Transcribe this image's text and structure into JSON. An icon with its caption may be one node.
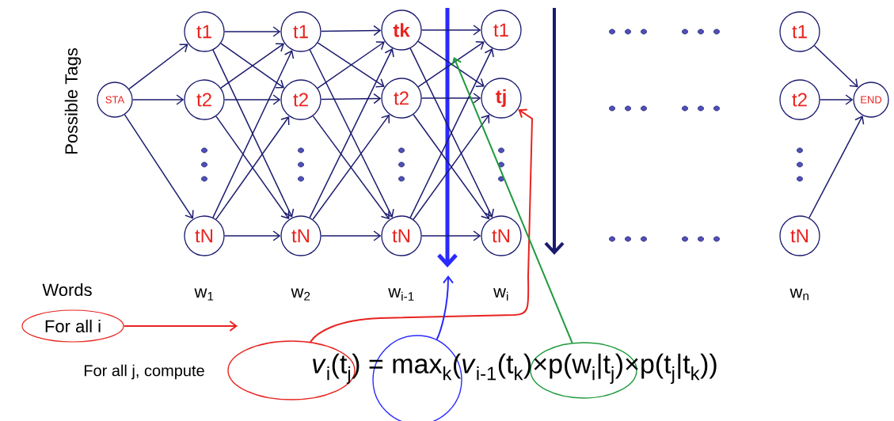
{
  "diagram": {
    "nodes": [
      {
        "text": [
          "STA"
        ]
      },
      {
        "text": [
          "t1"
        ]
      },
      {
        "text": [
          "t2"
        ]
      },
      {
        "text": [
          "tN"
        ]
      },
      {
        "text": [
          "t1"
        ]
      },
      {
        "text": [
          "t2"
        ]
      },
      {
        "text": [
          "tN"
        ]
      },
      {
        "text": [
          "tk"
        ]
      },
      {
        "text": [
          "t2"
        ]
      },
      {
        "text": [
          "tN"
        ]
      },
      {
        "text": [
          "t1"
        ]
      },
      {
        "text": [
          "tj"
        ]
      },
      {
        "text": [
          "tN"
        ]
      },
      {
        "text": [
          "t1"
        ]
      },
      {
        "text": [
          "t2"
        ]
      },
      {
        "text": [
          "tN"
        ]
      },
      {
        "text": [
          "END"
        ]
      },
      {
        "text": [
          "For all i"
        ]
      },
      {
        "text": [],
        "shape": "ellipse"
      },
      {
        "text": [],
        "shape": "circle"
      },
      {
        "text": [],
        "shape": "ellipse"
      }
    ],
    "edges": [
      {
        "from": 0,
        "to": 1,
        "arrow": "to"
      },
      {
        "from": 0,
        "to": 2,
        "arrow": "to"
      },
      {
        "from": 0,
        "to": 3,
        "arrow": "to"
      },
      {
        "from": 1,
        "to": 4,
        "arrow": "to"
      },
      {
        "from": 1,
        "to": 5,
        "arrow": "to"
      },
      {
        "from": 1,
        "to": 6,
        "arrow": "to"
      },
      {
        "from": 2,
        "to": 4,
        "arrow": "to"
      },
      {
        "from": 2,
        "to": 5,
        "arrow": "to"
      },
      {
        "from": 2,
        "to": 6,
        "arrow": "to"
      },
      {
        "from": 3,
        "to": 4,
        "arrow": "to"
      },
      {
        "from": 3,
        "to": 5,
        "arrow": "to"
      },
      {
        "from": 3,
        "to": 6,
        "arrow": "to"
      },
      {
        "from": 4,
        "to": 7,
        "arrow": "to"
      },
      {
        "from": 4,
        "to": 8,
        "arrow": "to"
      },
      {
        "from": 4,
        "to": 9,
        "arrow": "to"
      },
      {
        "from": 5,
        "to": 7,
        "arrow": "to"
      },
      {
        "from": 5,
        "to": 8,
        "arrow": "to"
      },
      {
        "from": 5,
        "to": 9,
        "arrow": "to"
      },
      {
        "from": 6,
        "to": 7,
        "arrow": "to"
      },
      {
        "from": 6,
        "to": 8,
        "arrow": "to"
      },
      {
        "from": 6,
        "to": 9,
        "arrow": "to"
      },
      {
        "from": 7,
        "to": 10,
        "arrow": "to"
      },
      {
        "from": 7,
        "to": 11,
        "arrow": "to"
      },
      {
        "from": 7,
        "to": 12,
        "arrow": "to"
      },
      {
        "from": 8,
        "to": 10,
        "arrow": "to"
      },
      {
        "from": 8,
        "to": 11,
        "arrow": "to"
      },
      {
        "from": 8,
        "to": 12,
        "arrow": "to"
      },
      {
        "from": 9,
        "to": 10,
        "arrow": "to"
      },
      {
        "from": 9,
        "to": 11,
        "arrow": "to"
      },
      {
        "from": 9,
        "to": 12,
        "arrow": "to"
      },
      {
        "from": 13,
        "to": 16,
        "arrow": "to"
      },
      {
        "from": 14,
        "to": 16,
        "arrow": "to"
      },
      {
        "from": 15,
        "to": 16,
        "arrow": "to"
      },
      {
        "from": 17,
        "to": null,
        "arrow": "to",
        "color": "#e8231f"
      },
      {
        "from": 18,
        "to": 11,
        "arrow": "to",
        "color": "#e8231f"
      },
      {
        "from": 19,
        "to": null,
        "arrow": "to",
        "color": "#2a2aff"
      },
      {
        "from": 20,
        "to": null,
        "arrow": "to",
        "color": "#1f9a3c"
      }
    ],
    "labels": [
      "Possible Tags",
      "Words",
      "w$_{1}$",
      "w$_{2}$",
      "w$_{i-1}$",
      "w$_{i}$",
      "w$_{n}$",
      "For all j, compute",
      "*v*$_{i}$(t$_{j}$) = max$_{k}$(*v*$_{i-1}$(t$_{k}$)×p(w$_{i}$|t$_{j}$)×p(t$_{j}$|t$_{k}$))"
    ]
  }
}
